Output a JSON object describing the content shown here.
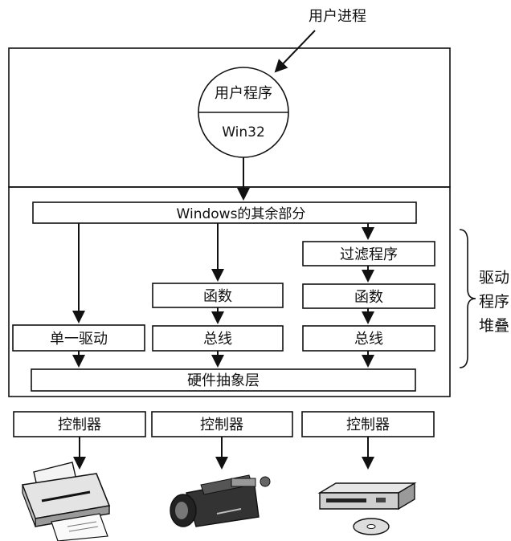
{
  "user_process_label": "用户进程",
  "user_program_label": "用户程序",
  "win32_label": "Win32",
  "windows_rest_label": "Windows的其余部分",
  "filter_driver_label": "过滤程序",
  "function_label_1": "函数",
  "function_label_2": "函数",
  "single_driver_label": "单一驱动",
  "bus_label_1": "总线",
  "bus_label_2": "总线",
  "hal_label": "硬件抽象层",
  "driver_stack_lines": [
    "驱动",
    "程序",
    "堆叠"
  ],
  "controller_labels": [
    "控制器",
    "控制器",
    "控制器"
  ],
  "devices": [
    "printer-icon",
    "camcorder-icon",
    "cd-drive-icon"
  ]
}
